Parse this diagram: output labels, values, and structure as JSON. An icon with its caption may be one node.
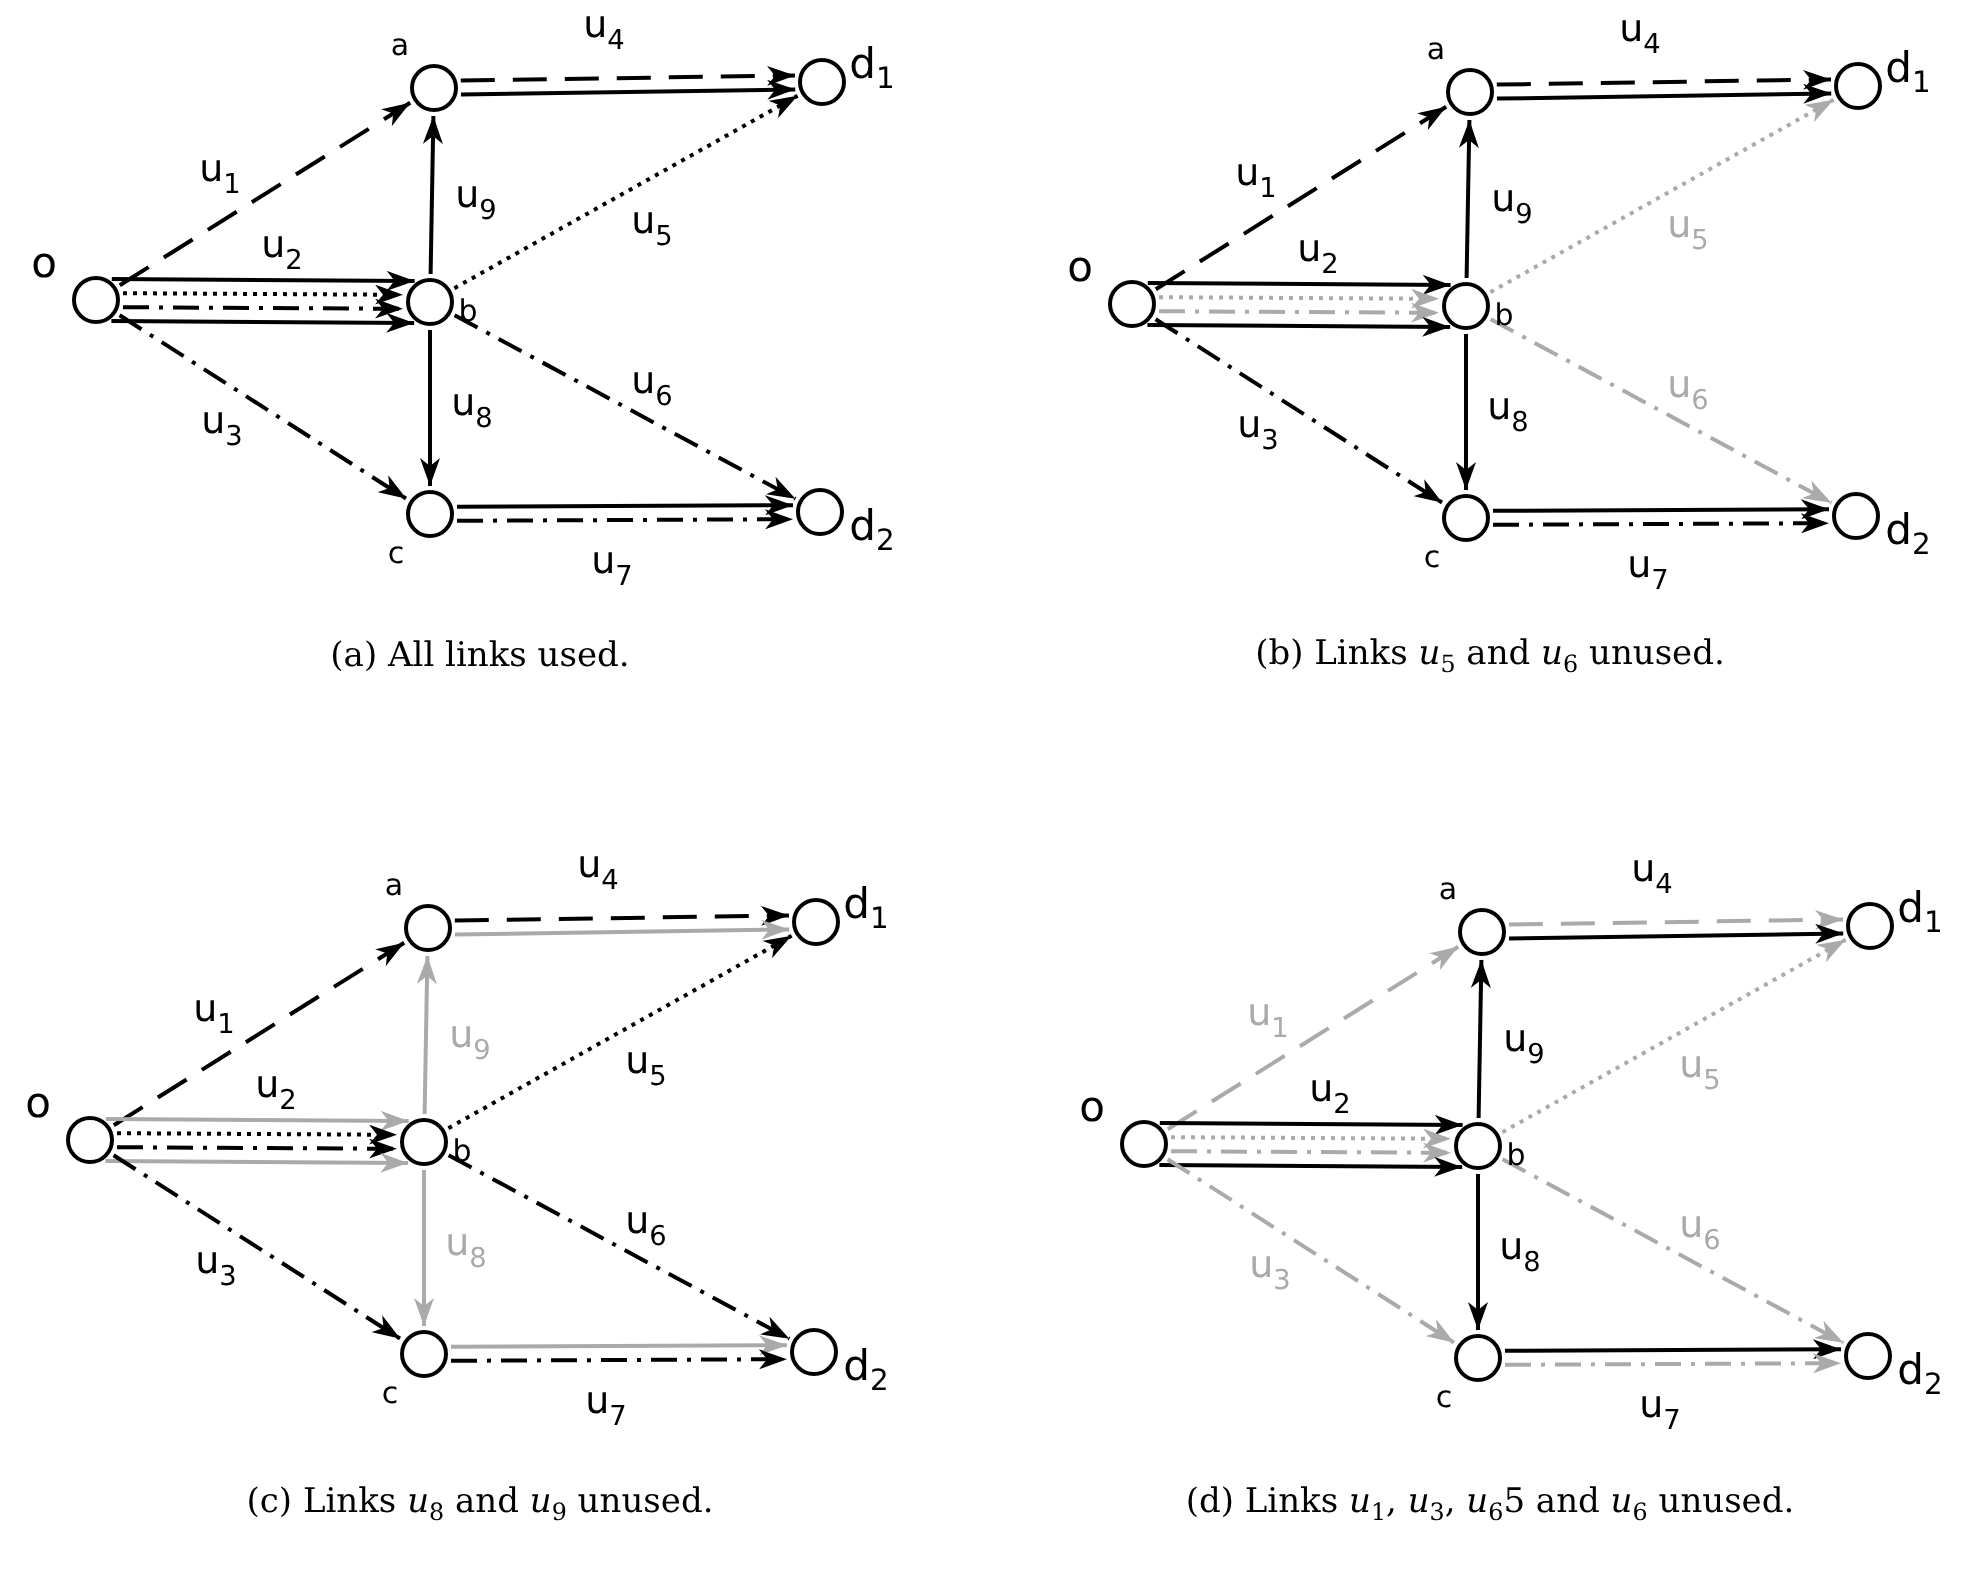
{
  "diagram": {
    "nodes": [
      {
        "text": [],
        "shape": "circle",
        "beside": [
          "o"
        ]
      },
      {
        "text": [],
        "shape": "circle",
        "beside": [
          "a"
        ]
      },
      {
        "text": [],
        "shape": "circle",
        "beside": [
          "b"
        ]
      },
      {
        "text": [],
        "shape": "circle",
        "beside": [
          "c"
        ]
      },
      {
        "text": [],
        "shape": "circle",
        "beside": [
          "d$_{1}$"
        ]
      },
      {
        "text": [],
        "shape": "circle",
        "beside": [
          "d$_{2}$"
        ]
      },
      {
        "text": [],
        "shape": "circle",
        "beside": [
          "o"
        ]
      },
      {
        "text": [],
        "shape": "circle",
        "beside": [
          "a"
        ]
      },
      {
        "text": [],
        "shape": "circle",
        "beside": [
          "b"
        ]
      },
      {
        "text": [],
        "shape": "circle",
        "beside": [
          "c"
        ]
      },
      {
        "text": [],
        "shape": "circle",
        "beside": [
          "d$_{1}$"
        ]
      },
      {
        "text": [],
        "shape": "circle",
        "beside": [
          "d$_{2}$"
        ]
      },
      {
        "text": [],
        "shape": "circle",
        "beside": [
          "o"
        ]
      },
      {
        "text": [],
        "shape": "circle",
        "beside": [
          "a"
        ]
      },
      {
        "text": [],
        "shape": "circle",
        "beside": [
          "b"
        ]
      },
      {
        "text": [],
        "shape": "circle",
        "beside": [
          "c"
        ]
      },
      {
        "text": [],
        "shape": "circle",
        "beside": [
          "d$_{1}$"
        ]
      },
      {
        "text": [],
        "shape": "circle",
        "beside": [
          "d$_{2}$"
        ]
      },
      {
        "text": [],
        "shape": "circle",
        "beside": [
          "o"
        ]
      },
      {
        "text": [],
        "shape": "circle",
        "beside": [
          "a"
        ]
      },
      {
        "text": [],
        "shape": "circle",
        "beside": [
          "b"
        ]
      },
      {
        "text": [],
        "shape": "circle",
        "beside": [
          "c"
        ]
      },
      {
        "text": [],
        "shape": "circle",
        "beside": [
          "d$_{1}$"
        ]
      },
      {
        "text": [],
        "shape": "circle",
        "beside": [
          "d$_{2}$"
        ]
      }
    ],
    "edges": [
      {
        "from": 0,
        "to": 1,
        "arrow": "to",
        "style": "dashed",
        "label": "u$_{1}$"
      },
      {
        "from": 0,
        "to": 2,
        "arrow": "to",
        "label": "u$_{2}$"
      },
      {
        "from": 0,
        "to": 2,
        "arrow": "to",
        "style": "dashed"
      },
      {
        "from": 0,
        "to": 2,
        "arrow": "to",
        "style": "dashed"
      },
      {
        "from": 0,
        "to": 2,
        "arrow": "to"
      },
      {
        "from": 0,
        "to": 3,
        "arrow": "to",
        "style": "dashed",
        "label": "u$_{3}$"
      },
      {
        "from": 1,
        "to": 4,
        "arrow": "to",
        "style": "dashed",
        "label": "u$_{4}$"
      },
      {
        "from": 1,
        "to": 4,
        "arrow": "to"
      },
      {
        "from": 2,
        "to": 4,
        "arrow": "to",
        "style": "dashed",
        "label": "u$_{5}$"
      },
      {
        "from": 2,
        "to": 5,
        "arrow": "to",
        "style": "dashed",
        "label": "u$_{6}$"
      },
      {
        "from": 3,
        "to": 5,
        "arrow": "to",
        "label": "u$_{7}$"
      },
      {
        "from": 3,
        "to": 5,
        "arrow": "to",
        "style": "dashed"
      },
      {
        "from": 2,
        "to": 1,
        "arrow": "to",
        "label": "u$_{9}$"
      },
      {
        "from": 2,
        "to": 3,
        "arrow": "to",
        "label": "u$_{8}$"
      },
      {
        "from": 6,
        "to": 7,
        "arrow": "to",
        "style": "dashed",
        "label": "u$_{1}$"
      },
      {
        "from": 6,
        "to": 8,
        "arrow": "to",
        "label": "u$_{2}$"
      },
      {
        "from": 6,
        "to": 8,
        "arrow": "to",
        "style": "dashed",
        "color": "#aaaaaa"
      },
      {
        "from": 6,
        "to": 8,
        "arrow": "to",
        "style": "dashed",
        "color": "#aaaaaa"
      },
      {
        "from": 6,
        "to": 8,
        "arrow": "to"
      },
      {
        "from": 6,
        "to": 9,
        "arrow": "to",
        "style": "dashed",
        "label": "u$_{3}$"
      },
      {
        "from": 7,
        "to": 10,
        "arrow": "to",
        "style": "dashed",
        "label": "u$_{4}$"
      },
      {
        "from": 7,
        "to": 10,
        "arrow": "to"
      },
      {
        "from": 8,
        "to": 10,
        "arrow": "to",
        "style": "dashed",
        "color": "#aaaaaa",
        "label": "u$_{5}$"
      },
      {
        "from": 8,
        "to": 11,
        "arrow": "to",
        "style": "dashed",
        "color": "#aaaaaa",
        "label": "u$_{6}$"
      },
      {
        "from": 9,
        "to": 11,
        "arrow": "to",
        "label": "u$_{7}$"
      },
      {
        "from": 9,
        "to": 11,
        "arrow": "to",
        "style": "dashed"
      },
      {
        "from": 8,
        "to": 7,
        "arrow": "to",
        "label": "u$_{9}$"
      },
      {
        "from": 8,
        "to": 9,
        "arrow": "to",
        "label": "u$_{8}$"
      },
      {
        "from": 12,
        "to": 13,
        "arrow": "to",
        "style": "dashed",
        "label": "u$_{1}$"
      },
      {
        "from": 12,
        "to": 14,
        "arrow": "to",
        "color": "#aaaaaa"
      },
      {
        "from": 12,
        "to": 14,
        "arrow": "to",
        "style": "dashed",
        "label": "u$_{2}$"
      },
      {
        "from": 12,
        "to": 14,
        "arrow": "to",
        "style": "dashed"
      },
      {
        "from": 12,
        "to": 14,
        "arrow": "to",
        "color": "#aaaaaa"
      },
      {
        "from": 12,
        "to": 15,
        "arrow": "to",
        "style": "dashed",
        "label": "u$_{3}$"
      },
      {
        "from": 13,
        "to": 16,
        "arrow": "to",
        "style": "dashed",
        "label": "u$_{4}$"
      },
      {
        "from": 13,
        "to": 16,
        "arrow": "to",
        "color": "#aaaaaa"
      },
      {
        "from": 14,
        "to": 16,
        "arrow": "to",
        "style": "dashed",
        "label": "u$_{5}$"
      },
      {
        "from": 14,
        "to": 17,
        "arrow": "to",
        "style": "dashed",
        "label": "u$_{6}$"
      },
      {
        "from": 15,
        "to": 17,
        "arrow": "to",
        "color": "#aaaaaa"
      },
      {
        "from": 15,
        "to": 17,
        "arrow": "to",
        "style": "dashed",
        "label": "u$_{7}$"
      },
      {
        "from": 14,
        "to": 13,
        "arrow": "to",
        "color": "#aaaaaa",
        "label": "u$_{9}$"
      },
      {
        "from": 14,
        "to": 15,
        "arrow": "to",
        "color": "#aaaaaa",
        "label": "u$_{8}$"
      },
      {
        "from": 18,
        "to": 19,
        "arrow": "to",
        "style": "dashed",
        "color": "#aaaaaa",
        "label": "u$_{1}$"
      },
      {
        "from": 18,
        "to": 20,
        "arrow": "to",
        "label": "u$_{2}$"
      },
      {
        "from": 18,
        "to": 20,
        "arrow": "to",
        "style": "dashed",
        "color": "#aaaaaa"
      },
      {
        "from": 18,
        "to": 20,
        "arrow": "to",
        "style": "dashed",
        "color": "#aaaaaa"
      },
      {
        "from": 18,
        "to": 20,
        "arrow": "to"
      },
      {
        "from": 18,
        "to": 21,
        "arrow": "to",
        "style": "dashed",
        "color": "#aaaaaa",
        "label": "u$_{3}$"
      },
      {
        "from": 19,
        "to": 22,
        "arrow": "to",
        "style": "dashed",
        "color": "#aaaaaa"
      },
      {
        "from": 19,
        "to": 22,
        "arrow": "to",
        "label": "u$_{4}$"
      },
      {
        "from": 20,
        "to": 22,
        "arrow": "to",
        "style": "dashed",
        "color": "#aaaaaa",
        "label": "u$_{5}$"
      },
      {
        "from": 20,
        "to": 23,
        "arrow": "to",
        "style": "dashed",
        "color": "#aaaaaa",
        "label": "u$_{6}$"
      },
      {
        "from": 21,
        "to": 23,
        "arrow": "to",
        "label": "u$_{7}$"
      },
      {
        "from": 21,
        "to": 23,
        "arrow": "to",
        "style": "dashed",
        "color": "#aaaaaa"
      },
      {
        "from": 20,
        "to": 19,
        "arrow": "to",
        "label": "u$_{9}$"
      },
      {
        "from": 20,
        "to": 21,
        "arrow": "to",
        "label": "u$_{8}$"
      }
    ],
    "labels": [
      "(a) All links used.",
      "(b) Links *u*$_{5}$ and *u*$_{6}$ unused.",
      "(c) Links *u*$_{8}$ and *u*$_{9}$ unused.",
      "(d) Links *u*$_{1}$, *u*$_{3}$, *u*$_{6}$5 and *u*$_{6}$ unused."
    ]
  }
}
